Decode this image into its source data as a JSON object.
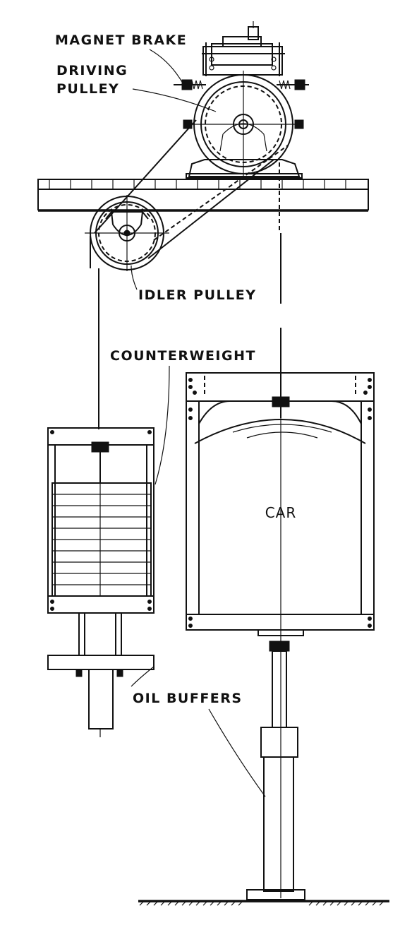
{
  "labels": {
    "magnet_brake": "MAGNET BRAKE",
    "driving_pulley_line1": "DRIVING",
    "driving_pulley_line2": "PULLEY",
    "idler_pulley": "IDLER PULLEY",
    "counterweight": "COUNTERWEIGHT",
    "car": "CAR",
    "oil_buffers": "OIL BUFFERS"
  },
  "colors": {
    "ink": "#111111",
    "paper": "#ffffff"
  }
}
